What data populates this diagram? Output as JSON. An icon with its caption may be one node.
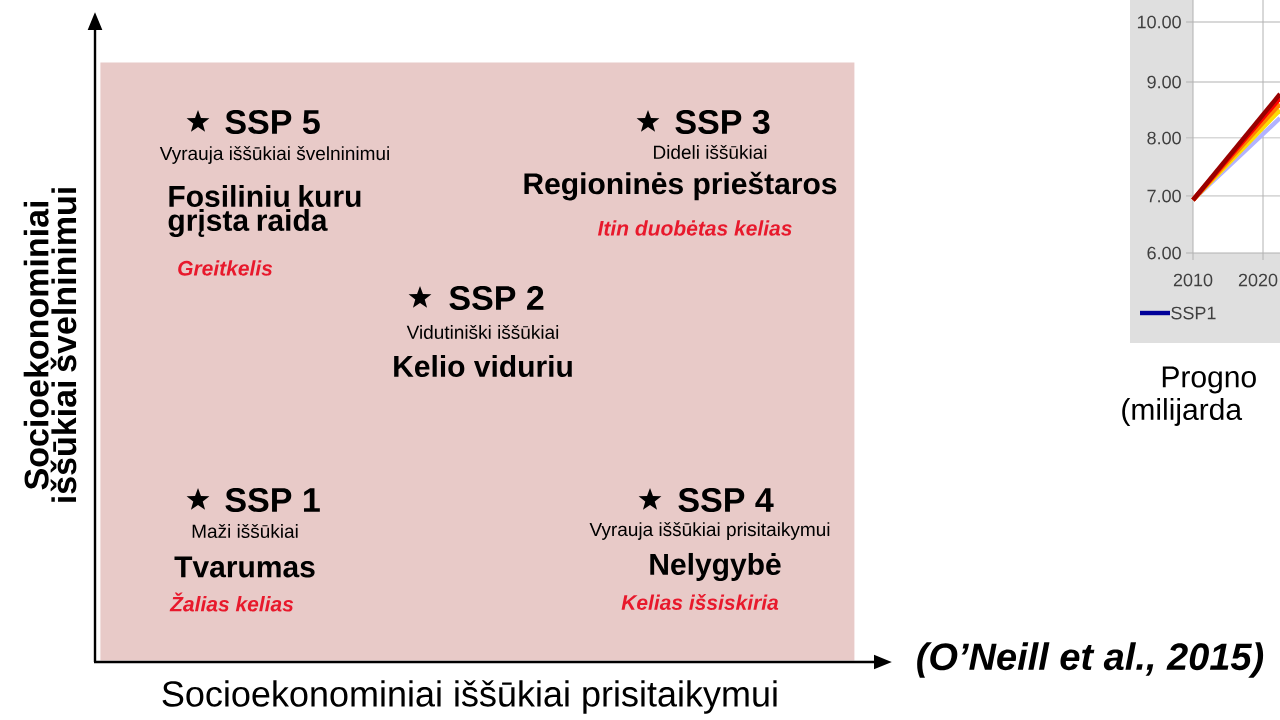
{
  "diagram": {
    "nodes": [
      {
        "text": [],
        "shape": "box"
      }
    ],
    "labels": [
      "SSP 5",
      "Vyrauja iššūkiai švelninimui",
      "Fosiliniu kuru grįsta raida",
      "Greitkelis",
      "SSP 3",
      "Dideli iššūkiai",
      "Regioninės prieštaros",
      "Itin duobėtas kelias",
      "10.00",
      "9.00",
      "8.00",
      "7.00",
      "6.00",
      "2010",
      "2020",
      "SSP 2",
      "Vidutiniški iššūkiai",
      "Kelio viduriu",
      "Progno",
      "(milijarda",
      "SSP 1",
      "Maži iššūkiai",
      "Tvarumas",
      "Žalias kelias",
      "SSP 4",
      "Vyrauja iššūkiai prisitaikymui",
      "Nelygybė",
      "Kelias išsiskiria",
      "(O’Neill et al., 2015)",
      "Socioekonominiai iššūkiai švelninimui",
      "Socioekonominiai iššūkiai prisitaikymui"
    ],
    "legend": [
      {
        "text": "SSP1"
      }
    ]
  }
}
